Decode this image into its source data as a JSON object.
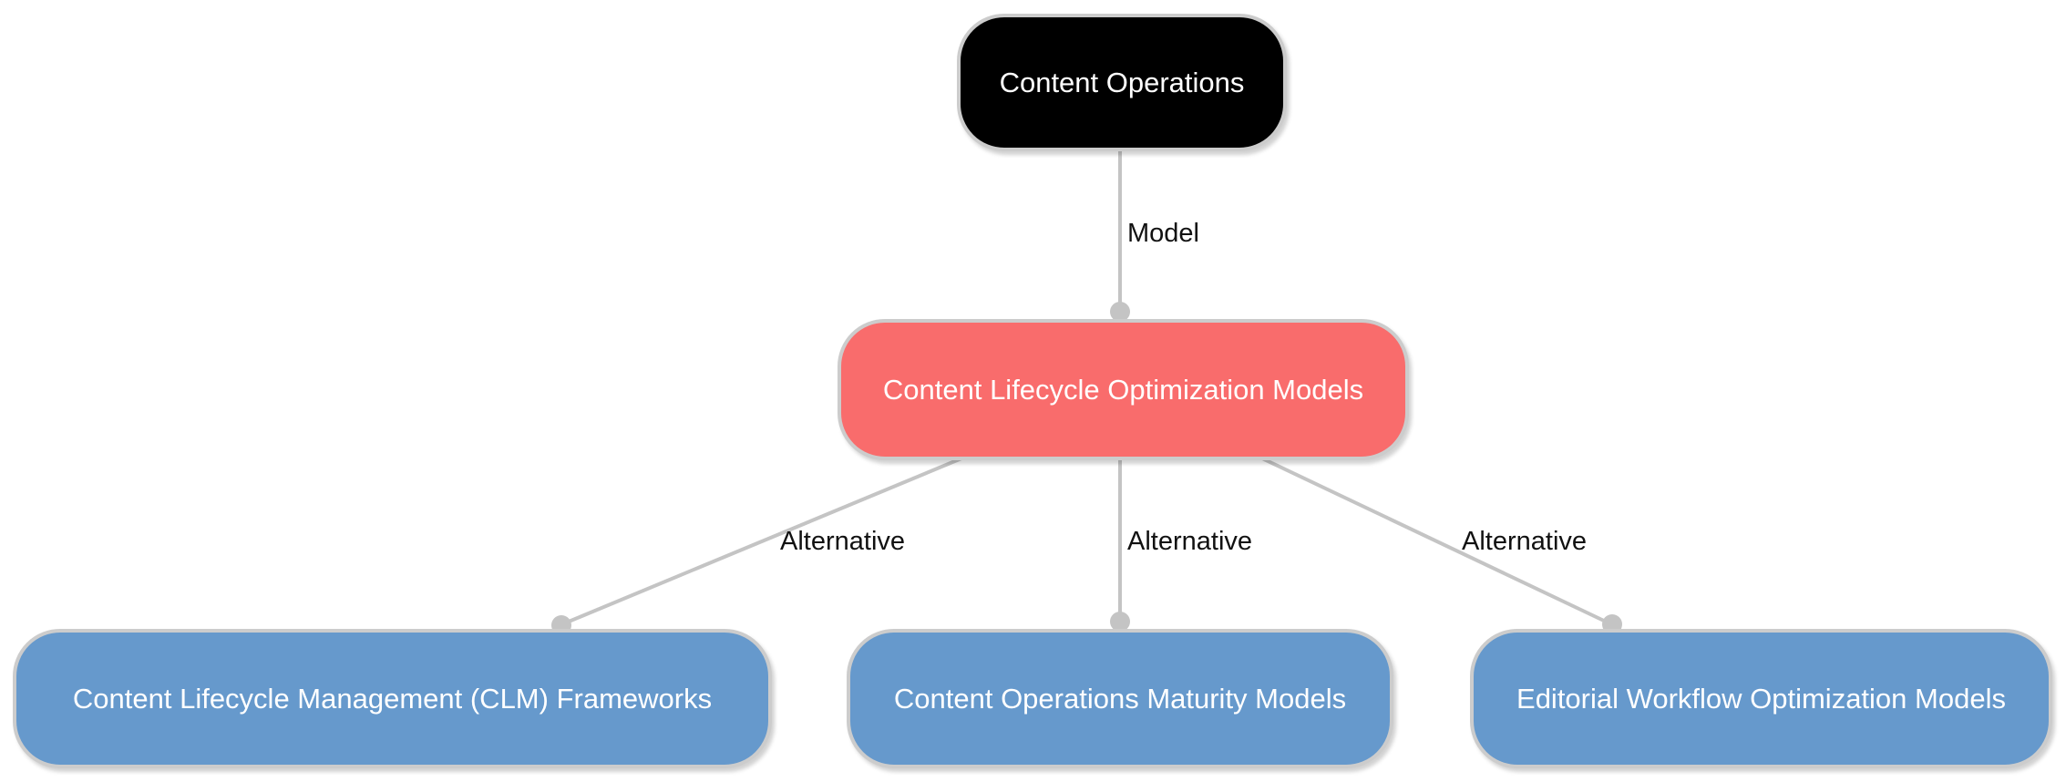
{
  "diagram": {
    "type": "flowchart-tree",
    "nodes": {
      "root": {
        "id": "root",
        "label": "Content Operations",
        "fill": "#000000",
        "text_color": "#ffffff"
      },
      "model": {
        "id": "model",
        "label": "Content Lifecycle Optimization Models",
        "fill": "#f96c6c",
        "text_color": "#ffffff"
      },
      "alt1": {
        "id": "alt1",
        "label": "Content Lifecycle Management (CLM) Frameworks",
        "fill": "#6699cc",
        "text_color": "#ffffff"
      },
      "alt2": {
        "id": "alt2",
        "label": "Content Operations Maturity Models",
        "fill": "#6699cc",
        "text_color": "#ffffff"
      },
      "alt3": {
        "id": "alt3",
        "label": "Editorial Workflow Optimization Models",
        "fill": "#6699cc",
        "text_color": "#ffffff"
      }
    },
    "edges": [
      {
        "from": "root",
        "to": "model",
        "label": "Model"
      },
      {
        "from": "model",
        "to": "alt1",
        "label": "Alternative"
      },
      {
        "from": "model",
        "to": "alt2",
        "label": "Alternative"
      },
      {
        "from": "model",
        "to": "alt3",
        "label": "Alternative"
      }
    ],
    "colors": {
      "background": "#ffffff",
      "node_border": "#cccccc",
      "edge_line": "#c4c4c4",
      "edge_endpoint_dot": "#c4c4c4",
      "edge_label_text": "#111111"
    }
  }
}
